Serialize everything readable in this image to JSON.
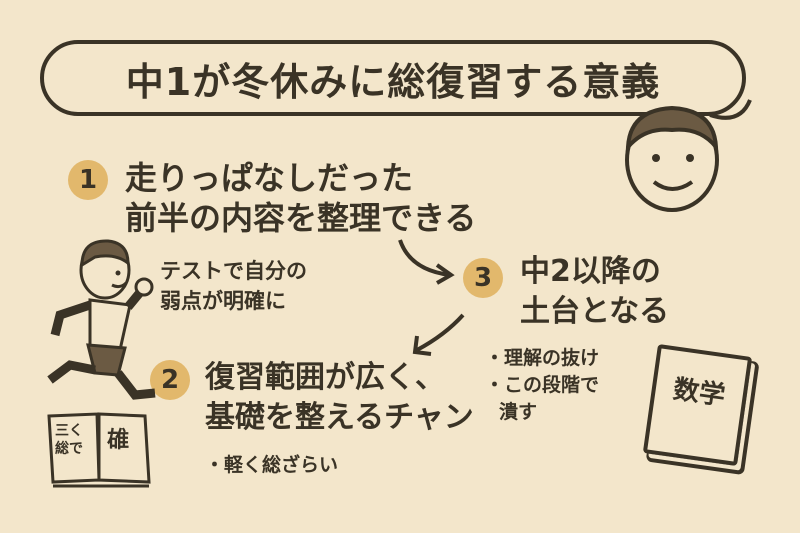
{
  "title": "中1が冬休みに総復習する意義",
  "points": [
    {
      "number": "1",
      "lines": [
        "走りっぱなしだった",
        "前半の内容を整理できる"
      ],
      "note": [
        "テストで自分の",
        "弱点が明確に"
      ]
    },
    {
      "number": "2",
      "lines": [
        "復習範囲が広く、",
        "基礎を整えるチャン"
      ],
      "bullets": [
        "・軽く総ざらい"
      ]
    },
    {
      "number": "3",
      "lines": [
        "中2以降の",
        "土台となる"
      ],
      "bullets": [
        "・理解の抜け",
        "・この段階で",
        "潰す"
      ]
    }
  ],
  "illustrations": {
    "open_book_text": [
      "三く",
      "総で",
      "䧺"
    ],
    "math_book_title": "数学"
  },
  "colors": {
    "background": "#f3e6cb",
    "ink": "#3a3326",
    "badge": "#e2b86c"
  }
}
